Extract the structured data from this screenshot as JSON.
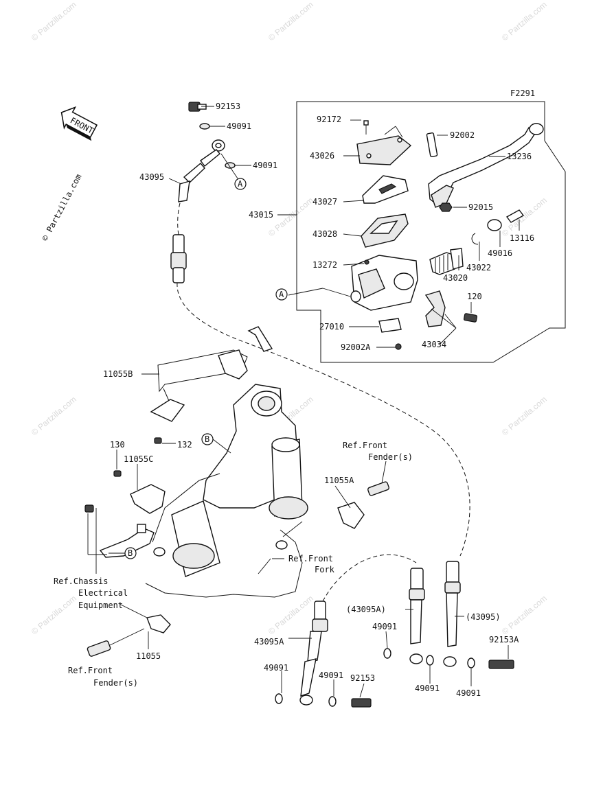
{
  "watermark": {
    "text": "© Partzilla.com"
  },
  "figure_code": "F2291",
  "front_label": "FRONT",
  "refs": {
    "A": "A",
    "B": "B"
  },
  "labels": {
    "p92153_top": "92153",
    "p49091_a": "49091",
    "p49091_b": "49091",
    "p43095_top": "43095",
    "p43015": "43015",
    "p92172": "92172",
    "p43026": "43026",
    "p43027": "43027",
    "p43028": "43028",
    "p13272": "13272",
    "p27010": "27010",
    "p92002A": "92002A",
    "p43034": "43034",
    "p120": "120",
    "p43020": "43020",
    "p43022": "43022",
    "p49016": "49016",
    "p13116": "13116",
    "p92015": "92015",
    "p13236": "13236",
    "p92002": "92002",
    "p11055B": "11055B",
    "p132": "132",
    "p130": "130",
    "p11055C": "11055C",
    "p11055A": "11055A",
    "p11055": "11055",
    "p43095A_bl": "43095A",
    "p43095A_paren": "(43095A)",
    "p43095_paren": "(43095)",
    "p49091_c": "49091",
    "p49091_d": "49091",
    "p92153_b": "92153",
    "p49091_e": "49091",
    "p49091_f": "49091",
    "p49091_g": "49091",
    "p92153A": "92153A"
  },
  "ref_notes": {
    "front_fender_top_1": "Ref.Front",
    "front_fender_top_2": "Fender(s)",
    "front_fork_1": "Ref.Front",
    "front_fork_2": "Fork",
    "chassis_1": "Ref.Chassis",
    "chassis_2": "Electrical",
    "chassis_3": "Equipment",
    "front_fender_bot_1": "Ref.Front",
    "front_fender_bot_2": "Fender(s)"
  }
}
